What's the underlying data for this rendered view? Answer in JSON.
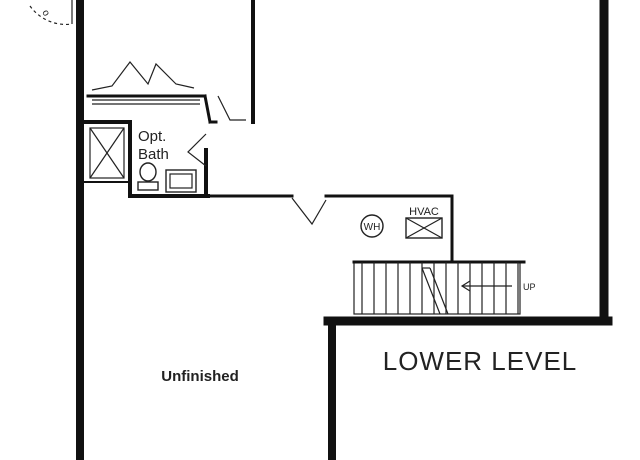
{
  "plan": {
    "level_label": "LOWER LEVEL",
    "rooms": {
      "unfinished": "Unfinished",
      "bath_line1": "Opt.",
      "bath_line2": "Bath"
    },
    "fixtures": {
      "water_heater": "WH",
      "hvac": "HVAC",
      "stairs_direction": "UP"
    }
  }
}
